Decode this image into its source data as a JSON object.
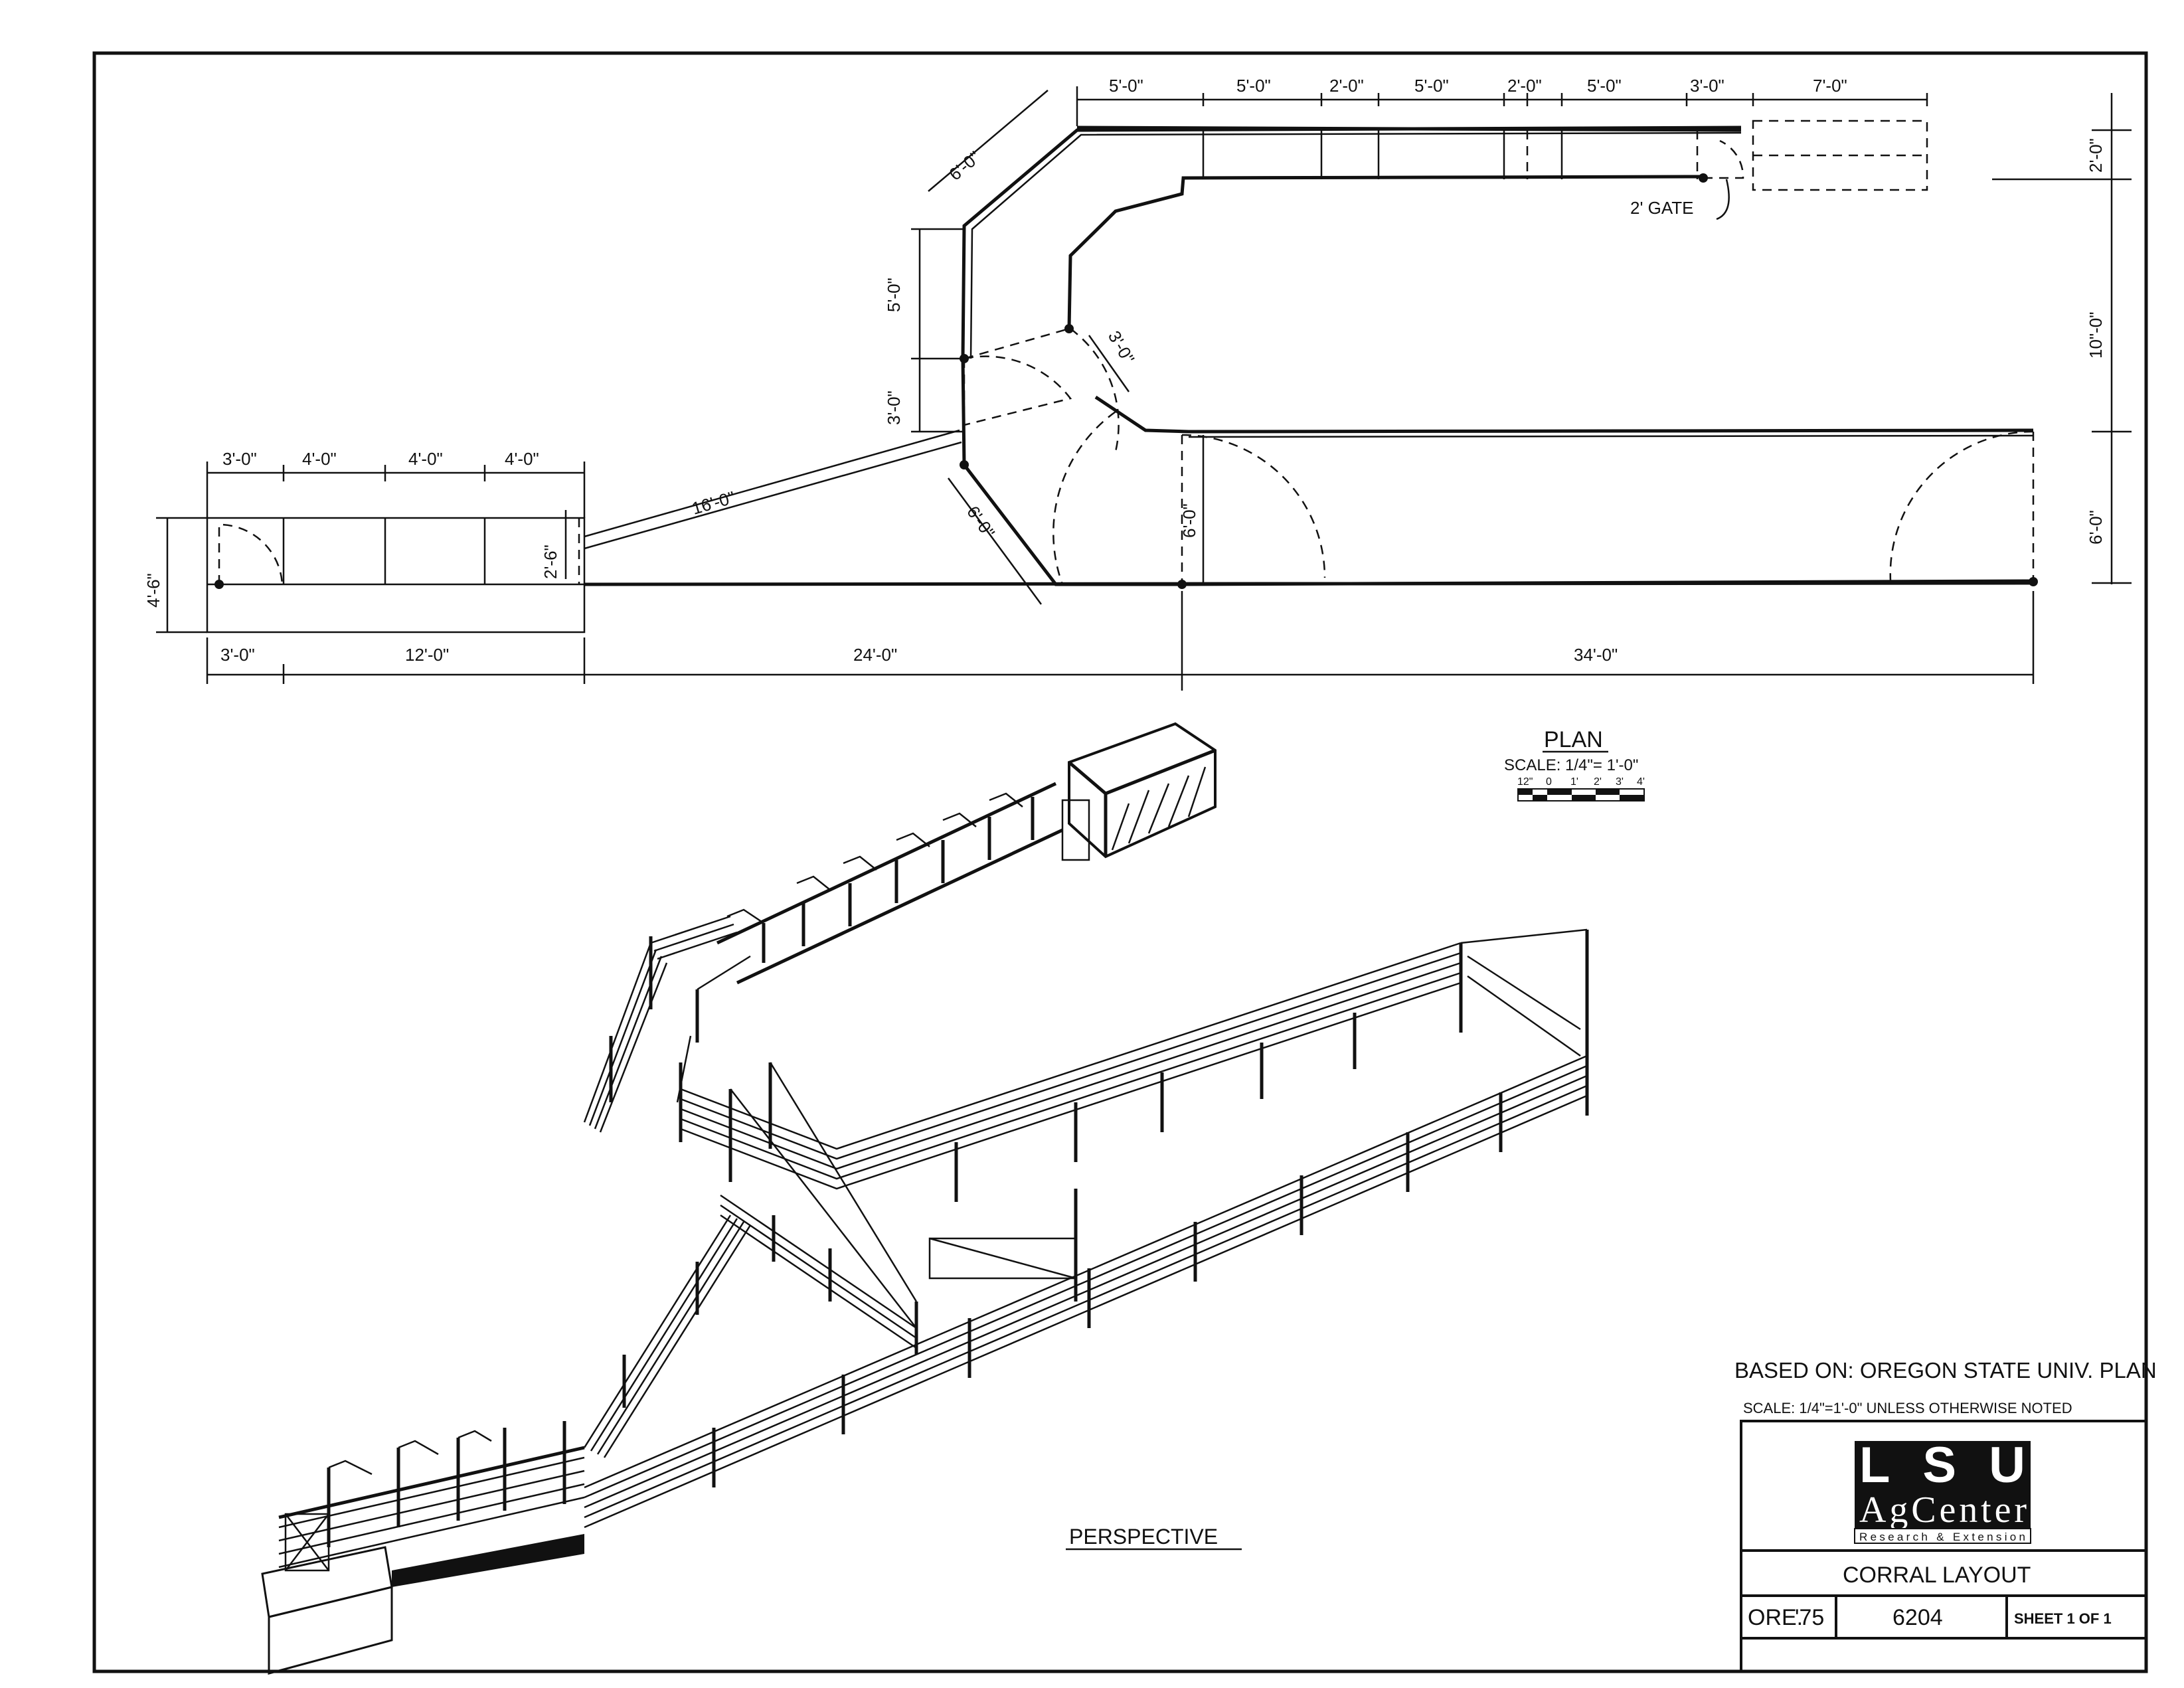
{
  "plan": {
    "dims_top": [
      "5'-0\"",
      "5'-0\"",
      "2'-0\"",
      "5'-0\"",
      "2'-0\"",
      "5'-0\"",
      "3'-0\"",
      "7'-0\""
    ],
    "dim_chute_diag": "6'-0\"",
    "dim_left_5": "5'-0\"",
    "dim_left_3": "3'-0\"",
    "dim_3_diag": "3'-0\"",
    "dim_right_2": "2'-0\"",
    "dim_right_10": "10\"-0\"",
    "dim_right_6": "6'-0\"",
    "dims_loading_top": [
      "3'-0\"",
      "4'-0\"",
      "4'-0\"",
      "4'-0\""
    ],
    "dim_loading_height": "4'-6\"",
    "dim_ramp_width": "2'-6\"",
    "dim_alley": "16'-0\"",
    "dim_gate_diag": "6'-0\"",
    "dim_pen_height": "6'-0\"",
    "dims_bottom": [
      "3'-0\"",
      "12'-0\"",
      "24'-0\"",
      "34'-0\""
    ],
    "gate_label": "2' GATE",
    "title": "PLAN",
    "scale_text": "SCALE: 1/4\"= 1'-0\"",
    "scale_ticks": [
      "12\"",
      "0",
      "1'",
      "2'",
      "3'",
      "4'"
    ]
  },
  "perspective_label": "PERSPECTIVE",
  "title_block": {
    "based_on": "BASED ON: OREGON STATE UNIV. PLAN",
    "scale_note": "SCALE: 1/4\"=1'-0\" UNLESS OTHERWISE NOTED",
    "logo_top": "LSU",
    "logo_mid": "AgCenter",
    "logo_sub": "Research & Extension",
    "drawing_title": "CORRAL LAYOUT",
    "origin": "ORE.",
    "year": "'75",
    "number": "6204",
    "sheet": "SHEET 1 OF 1"
  }
}
